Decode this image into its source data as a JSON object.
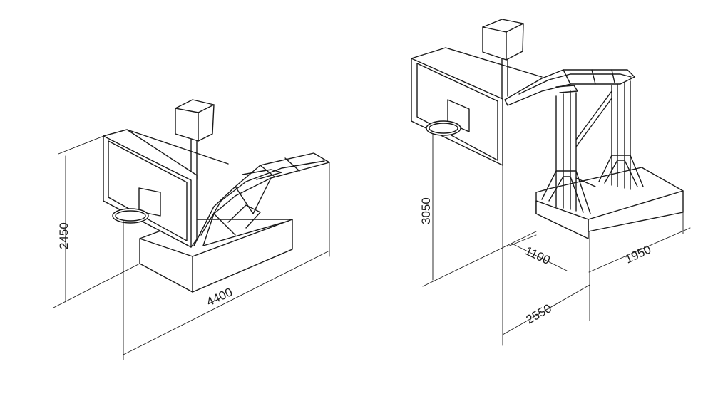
{
  "figures": [
    {
      "id": "left-stand",
      "dimensions": [
        {
          "id": "height",
          "label": "2450"
        },
        {
          "id": "length",
          "label": "4400"
        }
      ]
    },
    {
      "id": "right-stand",
      "dimensions": [
        {
          "id": "height",
          "label": "3050"
        },
        {
          "id": "base-depth",
          "label": "1100"
        },
        {
          "id": "base-width",
          "label": "1950"
        },
        {
          "id": "overhang",
          "label": "2550"
        }
      ]
    }
  ],
  "colors": {
    "line": "#1a1a1a",
    "background": "#ffffff"
  }
}
